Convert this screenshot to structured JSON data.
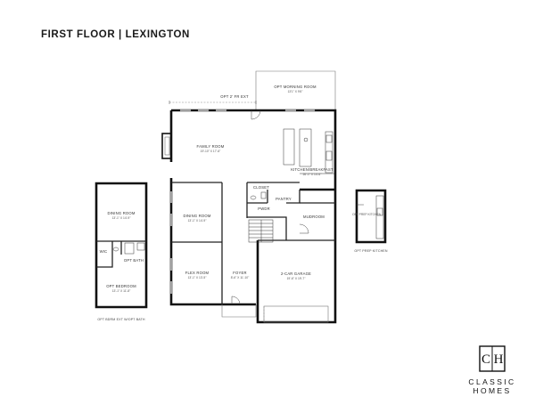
{
  "title": "FIRST FLOOR | LEXINGTON",
  "rooms": {
    "morning_room": {
      "name": "OPT MORNING ROOM",
      "dims": "13'1\" X 9'6\""
    },
    "family_room": {
      "name": "FAMILY ROOM",
      "dims": "19'-10\" X 17'-6\""
    },
    "kitchen": {
      "name": "KITCHEN/BREAKFAST",
      "dims": "26'-1\" X 14'-6\""
    },
    "dining_room_opt": {
      "name": "DINING ROOM",
      "dims": "13'-1\" X 14'-9\""
    },
    "dining_room": {
      "name": "DINING ROOM",
      "dims": "13'-1\" X 14'-9\""
    },
    "flex_room": {
      "name": "FLEX ROOM",
      "dims": "13'-1\" X 13'-5\""
    },
    "opt_bedroom": {
      "name": "OPT BEDROOM",
      "dims": "13'-1\" X 11'-8\""
    },
    "foyer": {
      "name": "FOYER",
      "dims": "8'-6\" X 11'-10\""
    },
    "garage": {
      "name": "2-CAR GARAGE",
      "dims": "19'-6\" X 19'-7\""
    },
    "mudroom": {
      "name": "MUDROOM"
    },
    "powder": {
      "name": "PWDR"
    },
    "pantry": {
      "name": "PANTRY"
    },
    "closet": {
      "name": "CLOSET"
    },
    "wic": {
      "name": "WIC"
    },
    "opt_bath": {
      "name": "OPT BATH"
    },
    "prep_kitchen_room": {
      "name": "OPT PREP KITCHEN"
    }
  },
  "labels": {
    "fr_ext": "OPT 2' FR EXT",
    "bedroom_caption": "OPT BDRM EXT W/OPT BATH",
    "prep_caption": "OPT PREP KITCHEN"
  },
  "logo": {
    "monogram_left": "C",
    "monogram_right": "H",
    "line1": "CLASSIC",
    "line2": "HOMES"
  }
}
